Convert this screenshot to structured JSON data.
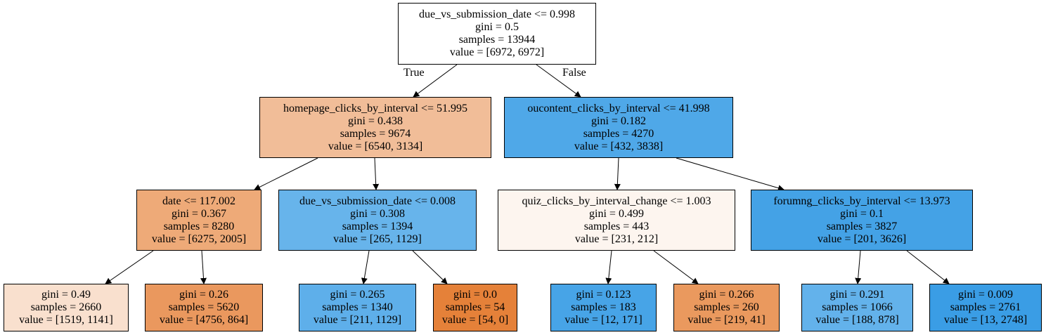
{
  "edge_labels": {
    "true_label": "True",
    "false_label": "False"
  },
  "nodes": {
    "n0": {
      "split": "due_vs_submission_date <= 0.998",
      "gini": "gini = 0.5",
      "samples": "samples = 13944",
      "value": "value = [6972, 6972]",
      "fill": "#ffffff"
    },
    "n1": {
      "split": "homepage_clicks_by_interval <= 51.995",
      "gini": "gini = 0.438",
      "samples": "samples = 9674",
      "value": "value = [6540, 3134]",
      "fill": "#f1bd98"
    },
    "n2": {
      "split": "date <= 117.002",
      "gini": "gini = 0.367",
      "samples": "samples = 8280",
      "value": "value = [6275, 2005]",
      "fill": "#eeaa78"
    },
    "n3": {
      "split": "",
      "gini": "gini = 0.49",
      "samples": "samples = 2660",
      "value": "value = [1519, 1141]",
      "fill": "#f9e0ce"
    },
    "n4": {
      "split": "",
      "gini": "gini = 0.26",
      "samples": "samples = 5620",
      "value": "value = [4756, 864]",
      "fill": "#ea985e"
    },
    "n5": {
      "split": "due_vs_submission_date <= 0.008",
      "gini": "gini = 0.308",
      "samples": "samples = 1394",
      "value": "value = [265, 1129]",
      "fill": "#67b4eb"
    },
    "n6": {
      "split": "",
      "gini": "gini = 0.265",
      "samples": "samples = 1340",
      "value": "value = [211, 1129]",
      "fill": "#5eafea"
    },
    "n7": {
      "split": "",
      "gini": "gini = 0.0",
      "samples": "samples = 54",
      "value": "value = [54, 0]",
      "fill": "#e58139"
    },
    "n8": {
      "split": "oucontent_clicks_by_interval <= 41.998",
      "gini": "gini = 0.182",
      "samples": "samples = 4270",
      "value": "value = [432, 3838]",
      "fill": "#4fa8e8"
    },
    "n9": {
      "split": "quiz_clicks_by_interval_change <= 1.003",
      "gini": "gini = 0.499",
      "samples": "samples = 443",
      "value": "value = [231, 212]",
      "fill": "#fdf5ef"
    },
    "n10": {
      "split": "",
      "gini": "gini = 0.123",
      "samples": "samples = 183",
      "value": "value = [12, 171]",
      "fill": "#47a4e7"
    },
    "n11": {
      "split": "",
      "gini": "gini = 0.266",
      "samples": "samples = 260",
      "value": "value = [219, 41]",
      "fill": "#ea995e"
    },
    "n12": {
      "split": "forumng_clicks_by_interval <= 13.973",
      "gini": "gini = 0.1",
      "samples": "samples = 3827",
      "value": "value = [201, 3626]",
      "fill": "#44a2e6"
    },
    "n13": {
      "split": "",
      "gini": "gini = 0.291",
      "samples": "samples = 1066",
      "value": "value = [188, 878]",
      "fill": "#63b2eb"
    },
    "n14": {
      "split": "",
      "gini": "gini = 0.009",
      "samples": "samples = 2761",
      "value": "value = [13, 2748]",
      "fill": "#3a9de5"
    }
  }
}
